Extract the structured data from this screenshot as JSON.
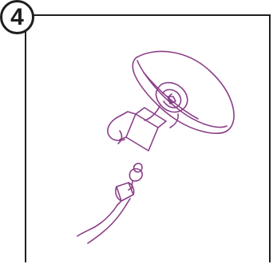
{
  "step": {
    "number": "4"
  },
  "colors": {
    "line": "#8a3f88",
    "frame": "#1f1f1f",
    "background": "#ffffff"
  },
  "illustration": {
    "parts": [
      "breast-shield-funnel",
      "connector",
      "tubing-adapter",
      "tubing"
    ]
  }
}
